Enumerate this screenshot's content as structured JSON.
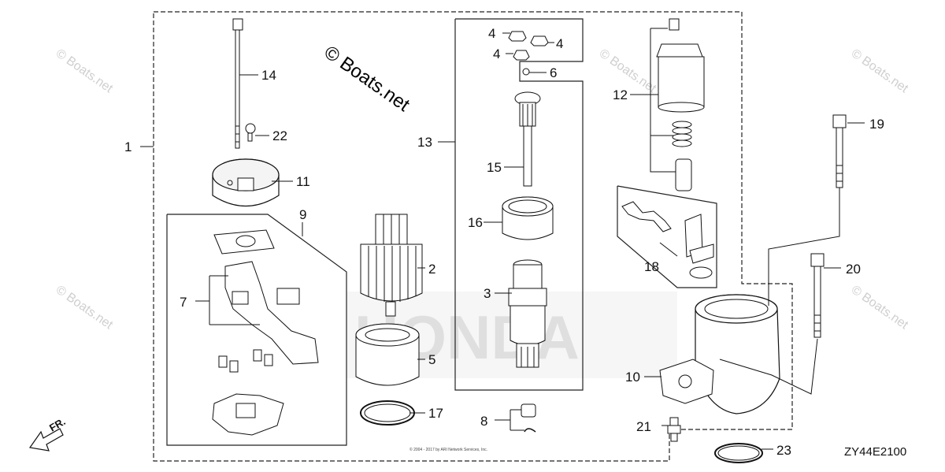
{
  "watermark": {
    "main": "© Boats.net",
    "faint": "© Boats.net"
  },
  "callouts": {
    "c1": "1",
    "c2": "2",
    "c3": "3",
    "c4a": "4",
    "c4b": "4",
    "c4c": "4",
    "c5": "5",
    "c6": "6",
    "c7": "7",
    "c8": "8",
    "c9": "9",
    "c10": "10",
    "c11": "11",
    "c12": "12",
    "c13": "13",
    "c14": "14",
    "c15": "15",
    "c16": "16",
    "c17": "17",
    "c18": "18",
    "c19": "19",
    "c20": "20",
    "c21": "21",
    "c22": "22",
    "c23": "23"
  },
  "diagram_code": "ZY44E2100",
  "direction_label": "FR.",
  "background_brand": "HONDA",
  "copyright_text": "© 2004 - 2017 by ARI Network Services, Inc."
}
